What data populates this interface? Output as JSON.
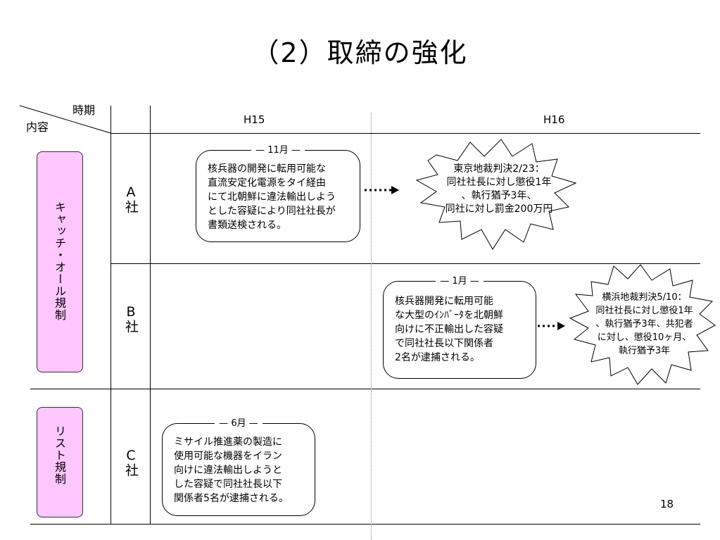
{
  "title": "（2）取締の強化",
  "header": {
    "period_label": "時期",
    "content_label": "内容",
    "col1": "H15",
    "col2": "H16"
  },
  "categories": [
    {
      "label": "キャッチ・オール規制"
    },
    {
      "label": "リスト規制"
    }
  ],
  "rows": [
    {
      "company": "A社",
      "event": {
        "month": "11月",
        "text": "核兵器の開発に転用可能な\n直流安定化電源をタイ経由\nにて北朝鮮に違法輸出しよう\nとした容疑により同社社長が\n書類送検される。"
      },
      "ruling": "東京地裁判決2/23：\n同社社長に対し懲役1年\n、執行猶予3年、\n同社に対し罰金200万円"
    },
    {
      "company": "B社",
      "event": {
        "month": "1月",
        "text": "核兵器開発に転用可能\nな大型のｲﾝﾊﾞｰﾀを北朝鮮\n向けに不正輸出した容疑\nで同社社長以下関係者\n2名が逮捕される。"
      },
      "ruling": "横浜地裁判決5/10：\n同社社長に対し懲役1年\n、執行猶予3年、共犯者\nに対し、懲役10ヶ月、\n執行猶予3年"
    },
    {
      "company": "C社",
      "event": {
        "month": "6月",
        "text": "ミサイル推進薬の製造に\n使用可能な機器をイラン\n向けに違法輸出しようと\nした容疑で同社社長以下\n関係者5名が逮捕される。"
      }
    }
  ],
  "page_number": "18"
}
